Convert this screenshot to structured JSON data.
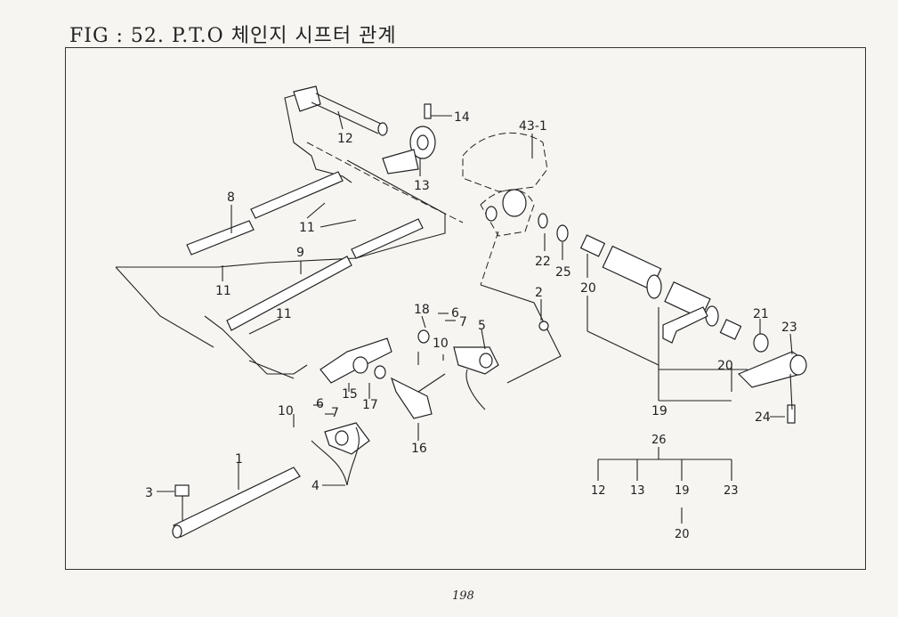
{
  "title": "FIG : 52. P.T.O 체인지 시프터 관계",
  "page_number": "198",
  "part_labels": {
    "p1": "1",
    "p2": "2",
    "p3": "3",
    "p4": "4",
    "p5": "5",
    "p6a": "6",
    "p6b": "6",
    "p7a": "7",
    "p7b": "7",
    "p8": "8",
    "p9": "9",
    "p10a": "10",
    "p10b": "10",
    "p11a": "11",
    "p11b": "11",
    "p11c": "11",
    "p12": "12",
    "p13": "13",
    "p14": "14",
    "p15": "15",
    "p16": "16",
    "p17": "17",
    "p18": "18",
    "p19": "19",
    "p20a": "20",
    "p20b": "20",
    "p21": "21",
    "p22": "22",
    "p23": "23",
    "p24": "24",
    "p25": "25",
    "p43": "43-1"
  },
  "assembly_tree": {
    "root": "26",
    "children": [
      "12",
      "13",
      "19",
      "23"
    ],
    "sub": "20"
  }
}
